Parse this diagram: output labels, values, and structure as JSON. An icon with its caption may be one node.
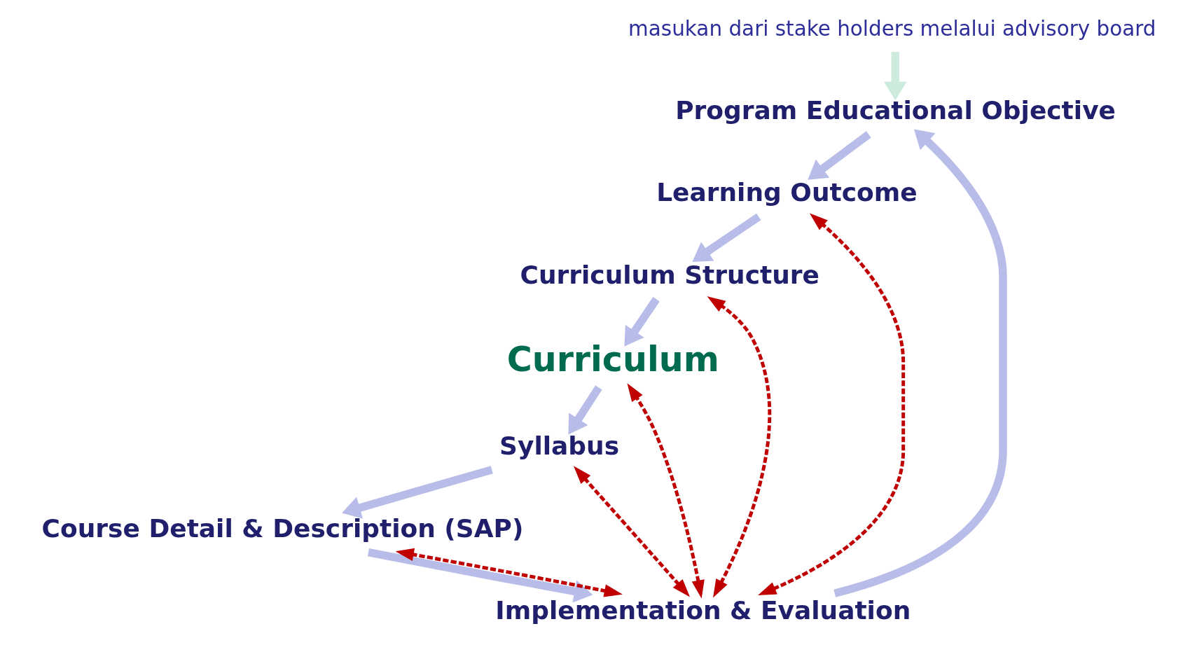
{
  "diagram": {
    "nodes": [
      {
        "text": [
          "Program Educational Objective"
        ]
      },
      {
        "text": [
          "Learning Outcome"
        ]
      },
      {
        "text": [
          "Curriculum Structure"
        ]
      },
      {
        "text": [
          "Curriculum"
        ]
      },
      {
        "text": [
          "Syllabus"
        ]
      },
      {
        "text": [
          "Course Detail & Description (SAP)"
        ]
      },
      {
        "text": [
          "Implementation & Evaluation"
        ]
      },
      {
        "text": [
          "masukan dari stake holders melalui advisory board"
        ]
      }
    ],
    "edges": [
      {
        "from": 7,
        "to": 0,
        "arrow": "to",
        "color": "#cdebdc"
      },
      {
        "from": 0,
        "to": 1,
        "arrow": "to"
      },
      {
        "from": 1,
        "to": 2,
        "arrow": "to"
      },
      {
        "from": 2,
        "to": 3,
        "arrow": "to"
      },
      {
        "from": 3,
        "to": 4,
        "arrow": "to"
      },
      {
        "from": 4,
        "to": 5,
        "arrow": "to"
      },
      {
        "from": 5,
        "to": 6,
        "arrow": "to"
      },
      {
        "from": 6,
        "to": 0,
        "arrow": "to"
      },
      {
        "from": 6,
        "to": 1,
        "arrow": "both",
        "style": "dashed",
        "color": "#c00000"
      },
      {
        "from": 6,
        "to": 2,
        "arrow": "both",
        "style": "dashed",
        "color": "#c00000"
      },
      {
        "from": 6,
        "to": 3,
        "arrow": "both",
        "style": "dashed",
        "color": "#c00000"
      },
      {
        "from": 6,
        "to": 4,
        "arrow": "both",
        "style": "dashed",
        "color": "#c00000"
      },
      {
        "from": 6,
        "to": 5,
        "arrow": "both",
        "style": "dashed",
        "color": "#c00000"
      }
    ]
  }
}
